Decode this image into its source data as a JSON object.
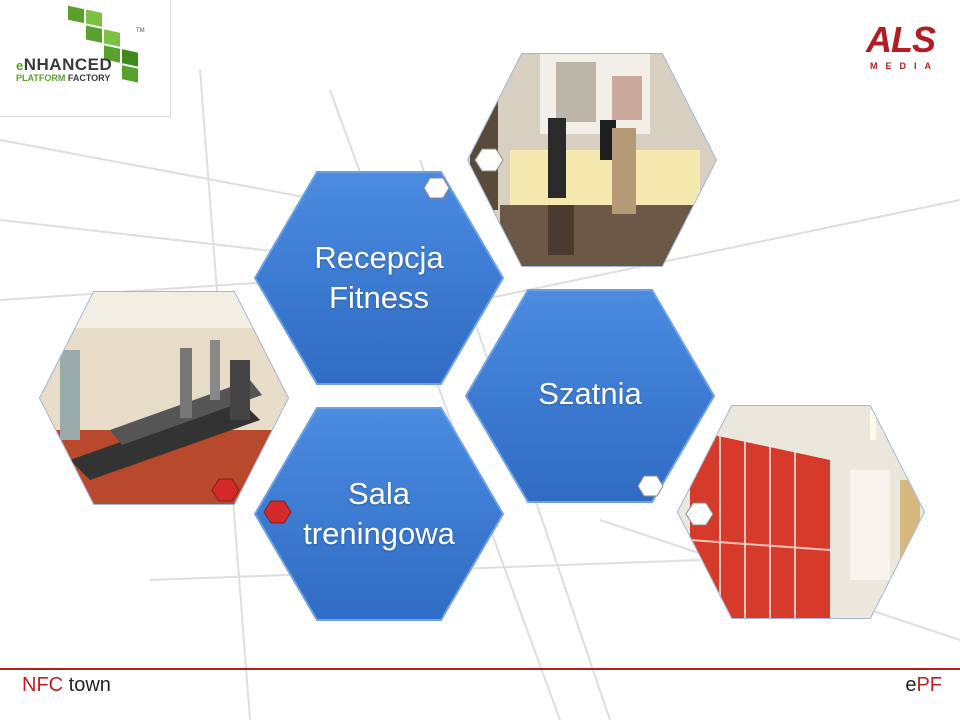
{
  "branding": {
    "logo_left_line1_e": "e",
    "logo_left_line1_rest": "NHANCED",
    "logo_left_line2_a": "PLATFORM",
    "logo_left_line2_b": " FACTORY",
    "logo_left_tm": "TM",
    "logo_right_word": "ALS",
    "logo_right_sub": "MEDIA",
    "brand_green": "#5aa02c",
    "brand_red": "#b01e23"
  },
  "hexagons": {
    "reception_label_1": "Recepcja",
    "reception_label_2": "Fitness",
    "locker_label": "Szatnia",
    "gym_label_1": "Sala",
    "gym_label_2": "treningowa",
    "hex_blue": "#3a7bd5",
    "marker_white": "#ffffff",
    "marker_red": "#d42a2a"
  },
  "footer": {
    "left_nfc": "NFC",
    "left_town": " town",
    "right_e": "e",
    "right_pf": "PF",
    "accent": "#c0201f"
  },
  "icons": {
    "reception_photo": "reception-desk-photo",
    "gym_photo": "treadmill-gym-photo",
    "locker_photo": "red-lockers-photo"
  }
}
